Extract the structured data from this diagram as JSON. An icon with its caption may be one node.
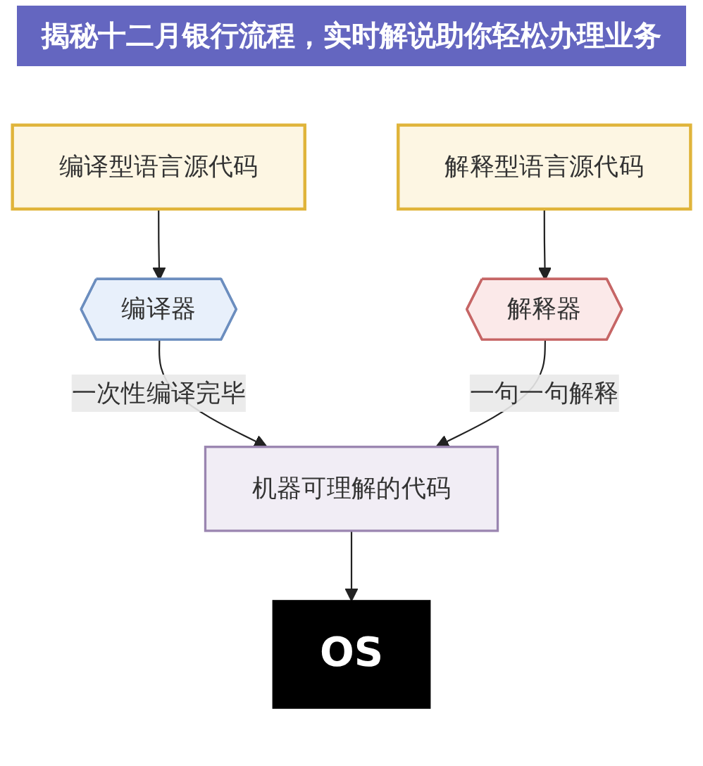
{
  "diagram": {
    "title": "揭秘十二月银行流程，实时解说助你轻松办理业务",
    "nodes": [
      {
        "text": [
          "编译型语言源代码"
        ]
      },
      {
        "text": [
          "解释型语言源代码"
        ]
      },
      {
        "text": [
          "编译器"
        ]
      },
      {
        "text": [
          "解释器"
        ]
      },
      {
        "text": [
          "机器可理解的代码"
        ]
      },
      {
        "text": [
          "OS"
        ]
      }
    ],
    "edges": [
      {
        "from": 0,
        "to": 2,
        "arrow": "to"
      },
      {
        "from": 1,
        "to": 3,
        "arrow": "to"
      },
      {
        "from": 2,
        "to": 4,
        "arrow": "to",
        "label": "一次性编译完毕"
      },
      {
        "from": 3,
        "to": 4,
        "arrow": "to",
        "label": "一句一句解释"
      },
      {
        "from": 4,
        "to": 5,
        "arrow": "to"
      }
    ]
  }
}
